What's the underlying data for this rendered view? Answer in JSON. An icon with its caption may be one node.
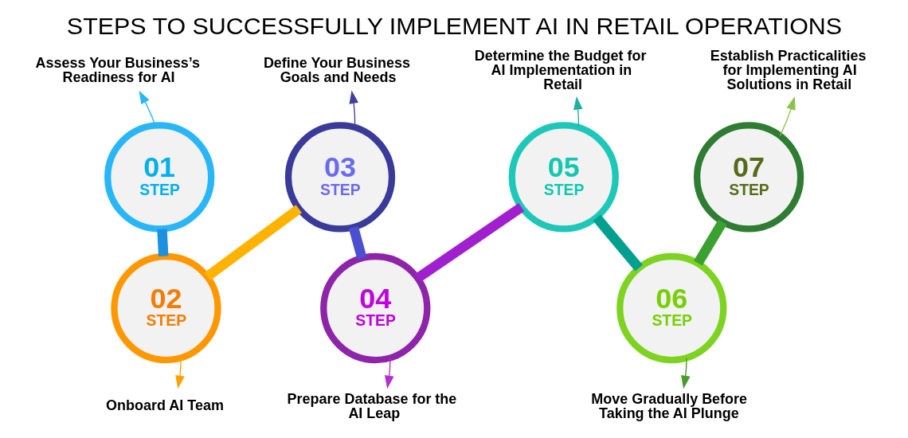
{
  "diagram": {
    "title": "STEPS TO SUCCESSFULLY IMPLEMENT AI IN RETAIL OPERATIONS",
    "nodes": [
      {
        "text": [
          "01",
          "STEP"
        ]
      },
      {
        "text": [
          "02",
          "STEP"
        ]
      },
      {
        "text": [
          "03",
          "STEP"
        ]
      },
      {
        "text": [
          "04",
          "STEP"
        ]
      },
      {
        "text": [
          "05",
          "STEP"
        ]
      },
      {
        "text": [
          "06",
          "STEP"
        ]
      },
      {
        "text": [
          "07",
          "STEP"
        ]
      },
      {
        "text": [
          "Assess Your Business’s Readiness for AI"
        ]
      },
      {
        "text": [
          "Onboard AI Team"
        ]
      },
      {
        "text": [
          "Define Your Business Goals and Needs"
        ]
      },
      {
        "text": [
          "Prepare Database for the AI Leap"
        ]
      },
      {
        "text": [
          "Determine the Budget for AI Implementation in Retail"
        ]
      },
      {
        "text": [
          "Move Gradually Before Taking the AI Plunge"
        ]
      },
      {
        "text": [
          "Establish Practicalities for Implementing AI Solutions in Retail"
        ]
      }
    ],
    "edges": [
      {
        "from": 0,
        "to": 1,
        "arrow": "none",
        "style": "thick",
        "color": "#1e90e0"
      },
      {
        "from": 1,
        "to": 2,
        "arrow": "none",
        "style": "thick",
        "color": "#ffb300"
      },
      {
        "from": 2,
        "to": 3,
        "arrow": "none",
        "style": "thick",
        "color": "#4b4fd0"
      },
      {
        "from": 3,
        "to": 4,
        "arrow": "none",
        "style": "thick",
        "color": "#a020d0"
      },
      {
        "from": 4,
        "to": 5,
        "arrow": "none",
        "style": "thick",
        "color": "#00a090"
      },
      {
        "from": 5,
        "to": 6,
        "arrow": "none",
        "style": "thick",
        "color": "#3aa030"
      },
      {
        "from": 0,
        "to": 7,
        "arrow": "to",
        "color": "#29b6f6"
      },
      {
        "from": 1,
        "to": 8,
        "arrow": "to",
        "color": "#ffa000"
      },
      {
        "from": 2,
        "to": 9,
        "arrow": "to",
        "color": "#3f3fa0"
      },
      {
        "from": 3,
        "to": 10,
        "arrow": "to",
        "color": "#b030d0"
      },
      {
        "from": 4,
        "to": 11,
        "arrow": "to",
        "color": "#20b0a0"
      },
      {
        "from": 5,
        "to": 12,
        "arrow": "to",
        "color": "#4a9a30"
      },
      {
        "from": 6,
        "to": 13,
        "arrow": "to",
        "color": "#8bc34a"
      }
    ]
  }
}
